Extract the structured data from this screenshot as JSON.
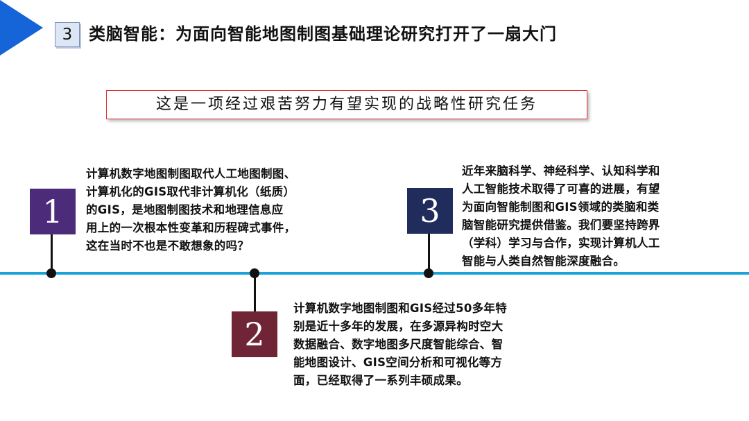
{
  "header": {
    "section_number": "3",
    "title": "类脑智能：为面向智能地图制图基础理论研究打开了一扇大门"
  },
  "subtitle": "这是一项经过艰苦努力有望实现的战略性研究任务",
  "colors": {
    "accent_arrow": "#1565d8",
    "timeline": "#1aa3d9",
    "subtitle_border": "#d9322e",
    "milestone_1": "#4b2b7a",
    "milestone_2": "#6f2535",
    "milestone_3": "#1f2c5c"
  },
  "milestones": [
    {
      "number": "1",
      "lines": [
        "计算机数字地图制图取代人工地图制图、",
        "计算机化的GIS取代非计算机化（纸质）",
        "的GIS，是地图制图技术和地理信息应",
        "用上的一次根本性变革和历程碑式事件，",
        "这在当时不也是不敢想象的吗？"
      ]
    },
    {
      "number": "2",
      "lines": [
        "计算机数字地图制图和GIS经过50多年特",
        "别是近十多年的发展，在多源异构时空大",
        "数据融合、数字地图多尺度智能综合、智",
        "能地图设计、GIS空间分析和可视化等方",
        "面，已经取得了一系列丰硕成果。"
      ]
    },
    {
      "number": "3",
      "lines": [
        "近年来脑科学、神经科学、认知科学和",
        "人工智能技术取得了可喜的进展，有望",
        "为面向智能制图和GIS领域的类脑和类",
        "脑智能研究提供借鉴。我们要坚持跨界",
        "（学科）学习与合作，实现计算机人工",
        "智能与人类自然智能深度融合。"
      ]
    }
  ]
}
